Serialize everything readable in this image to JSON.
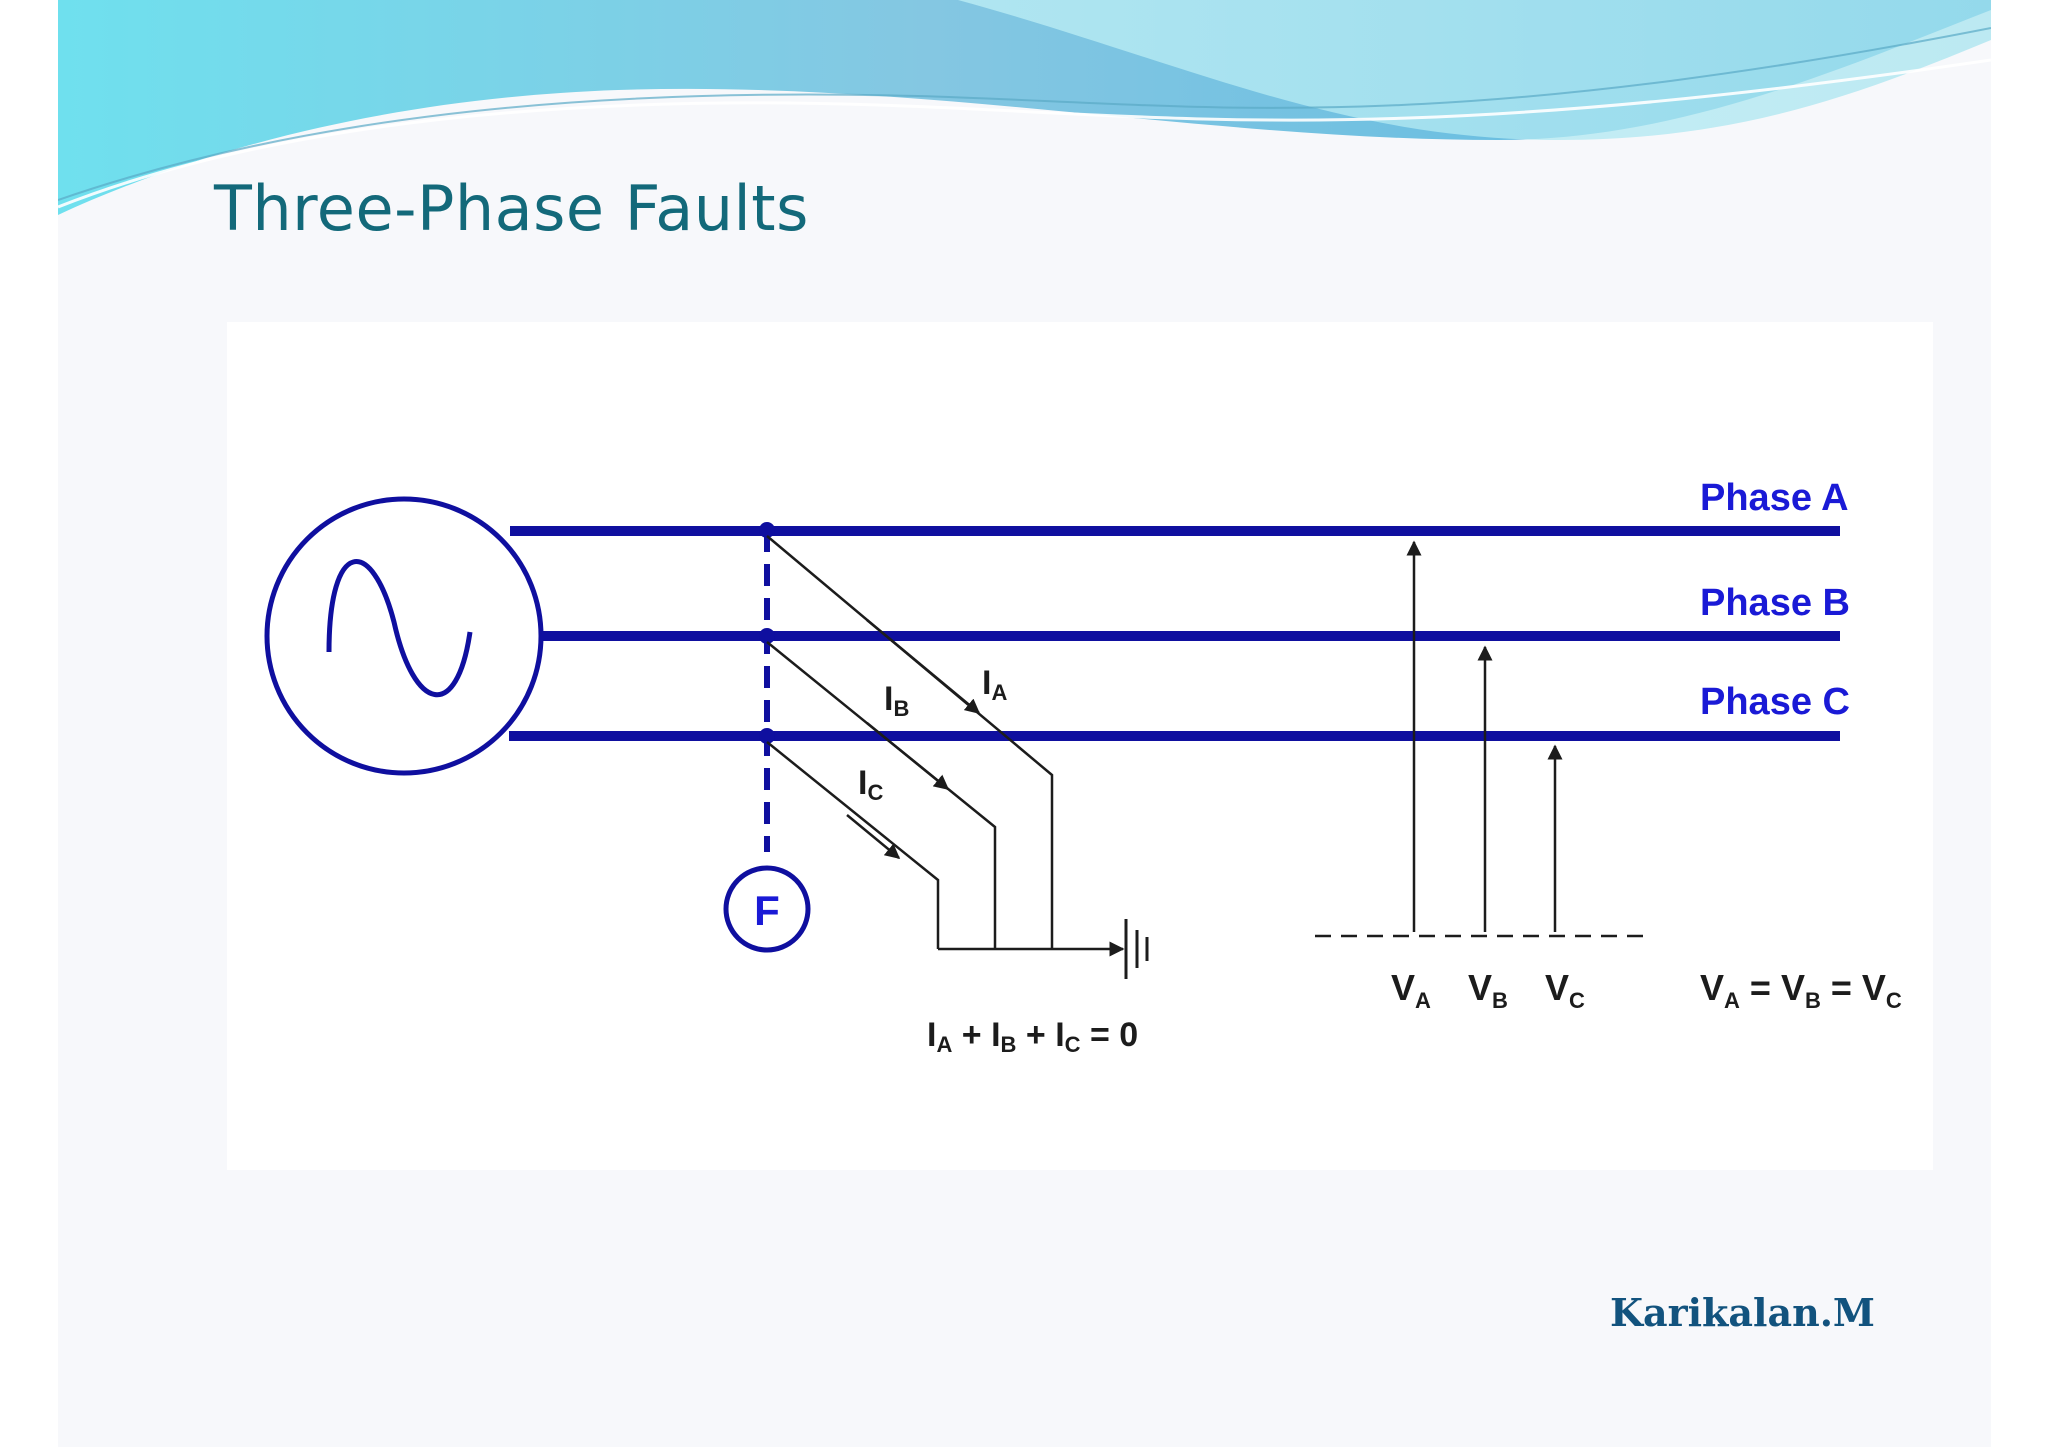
{
  "slide": {
    "title": "Three-Phase Faults",
    "author": "Karikalan.M",
    "colors": {
      "title": "#13697a",
      "author": "#12537e",
      "conductor": "#0f0f9f",
      "label": "#1a1ad6",
      "ink": "#1c1c1c"
    }
  },
  "diagram": {
    "phases": [
      {
        "label": "Phase A"
      },
      {
        "label": "Phase B"
      },
      {
        "label": "Phase C"
      }
    ],
    "fault_point": {
      "label": "F"
    },
    "currents": [
      {
        "main": "I",
        "sub": "A"
      },
      {
        "main": "I",
        "sub": "B"
      },
      {
        "main": "I",
        "sub": "C"
      }
    ],
    "current_equation": [
      {
        "main": "I",
        "sub": "A"
      },
      {
        "op": " + "
      },
      {
        "main": "I",
        "sub": "B"
      },
      {
        "op": " + "
      },
      {
        "main": "I",
        "sub": "C"
      },
      {
        "op": " = 0"
      }
    ],
    "voltages": [
      {
        "main": "V",
        "sub": "A"
      },
      {
        "main": "V",
        "sub": "B"
      },
      {
        "main": "V",
        "sub": "C"
      }
    ],
    "voltage_equation": [
      {
        "main": "V",
        "sub": "A"
      },
      {
        "op": " = "
      },
      {
        "main": "V",
        "sub": "B"
      },
      {
        "op": " = "
      },
      {
        "main": "V",
        "sub": "C"
      }
    ],
    "icons": {
      "source": "ac-source-icon",
      "ground": "ground-icon"
    }
  }
}
